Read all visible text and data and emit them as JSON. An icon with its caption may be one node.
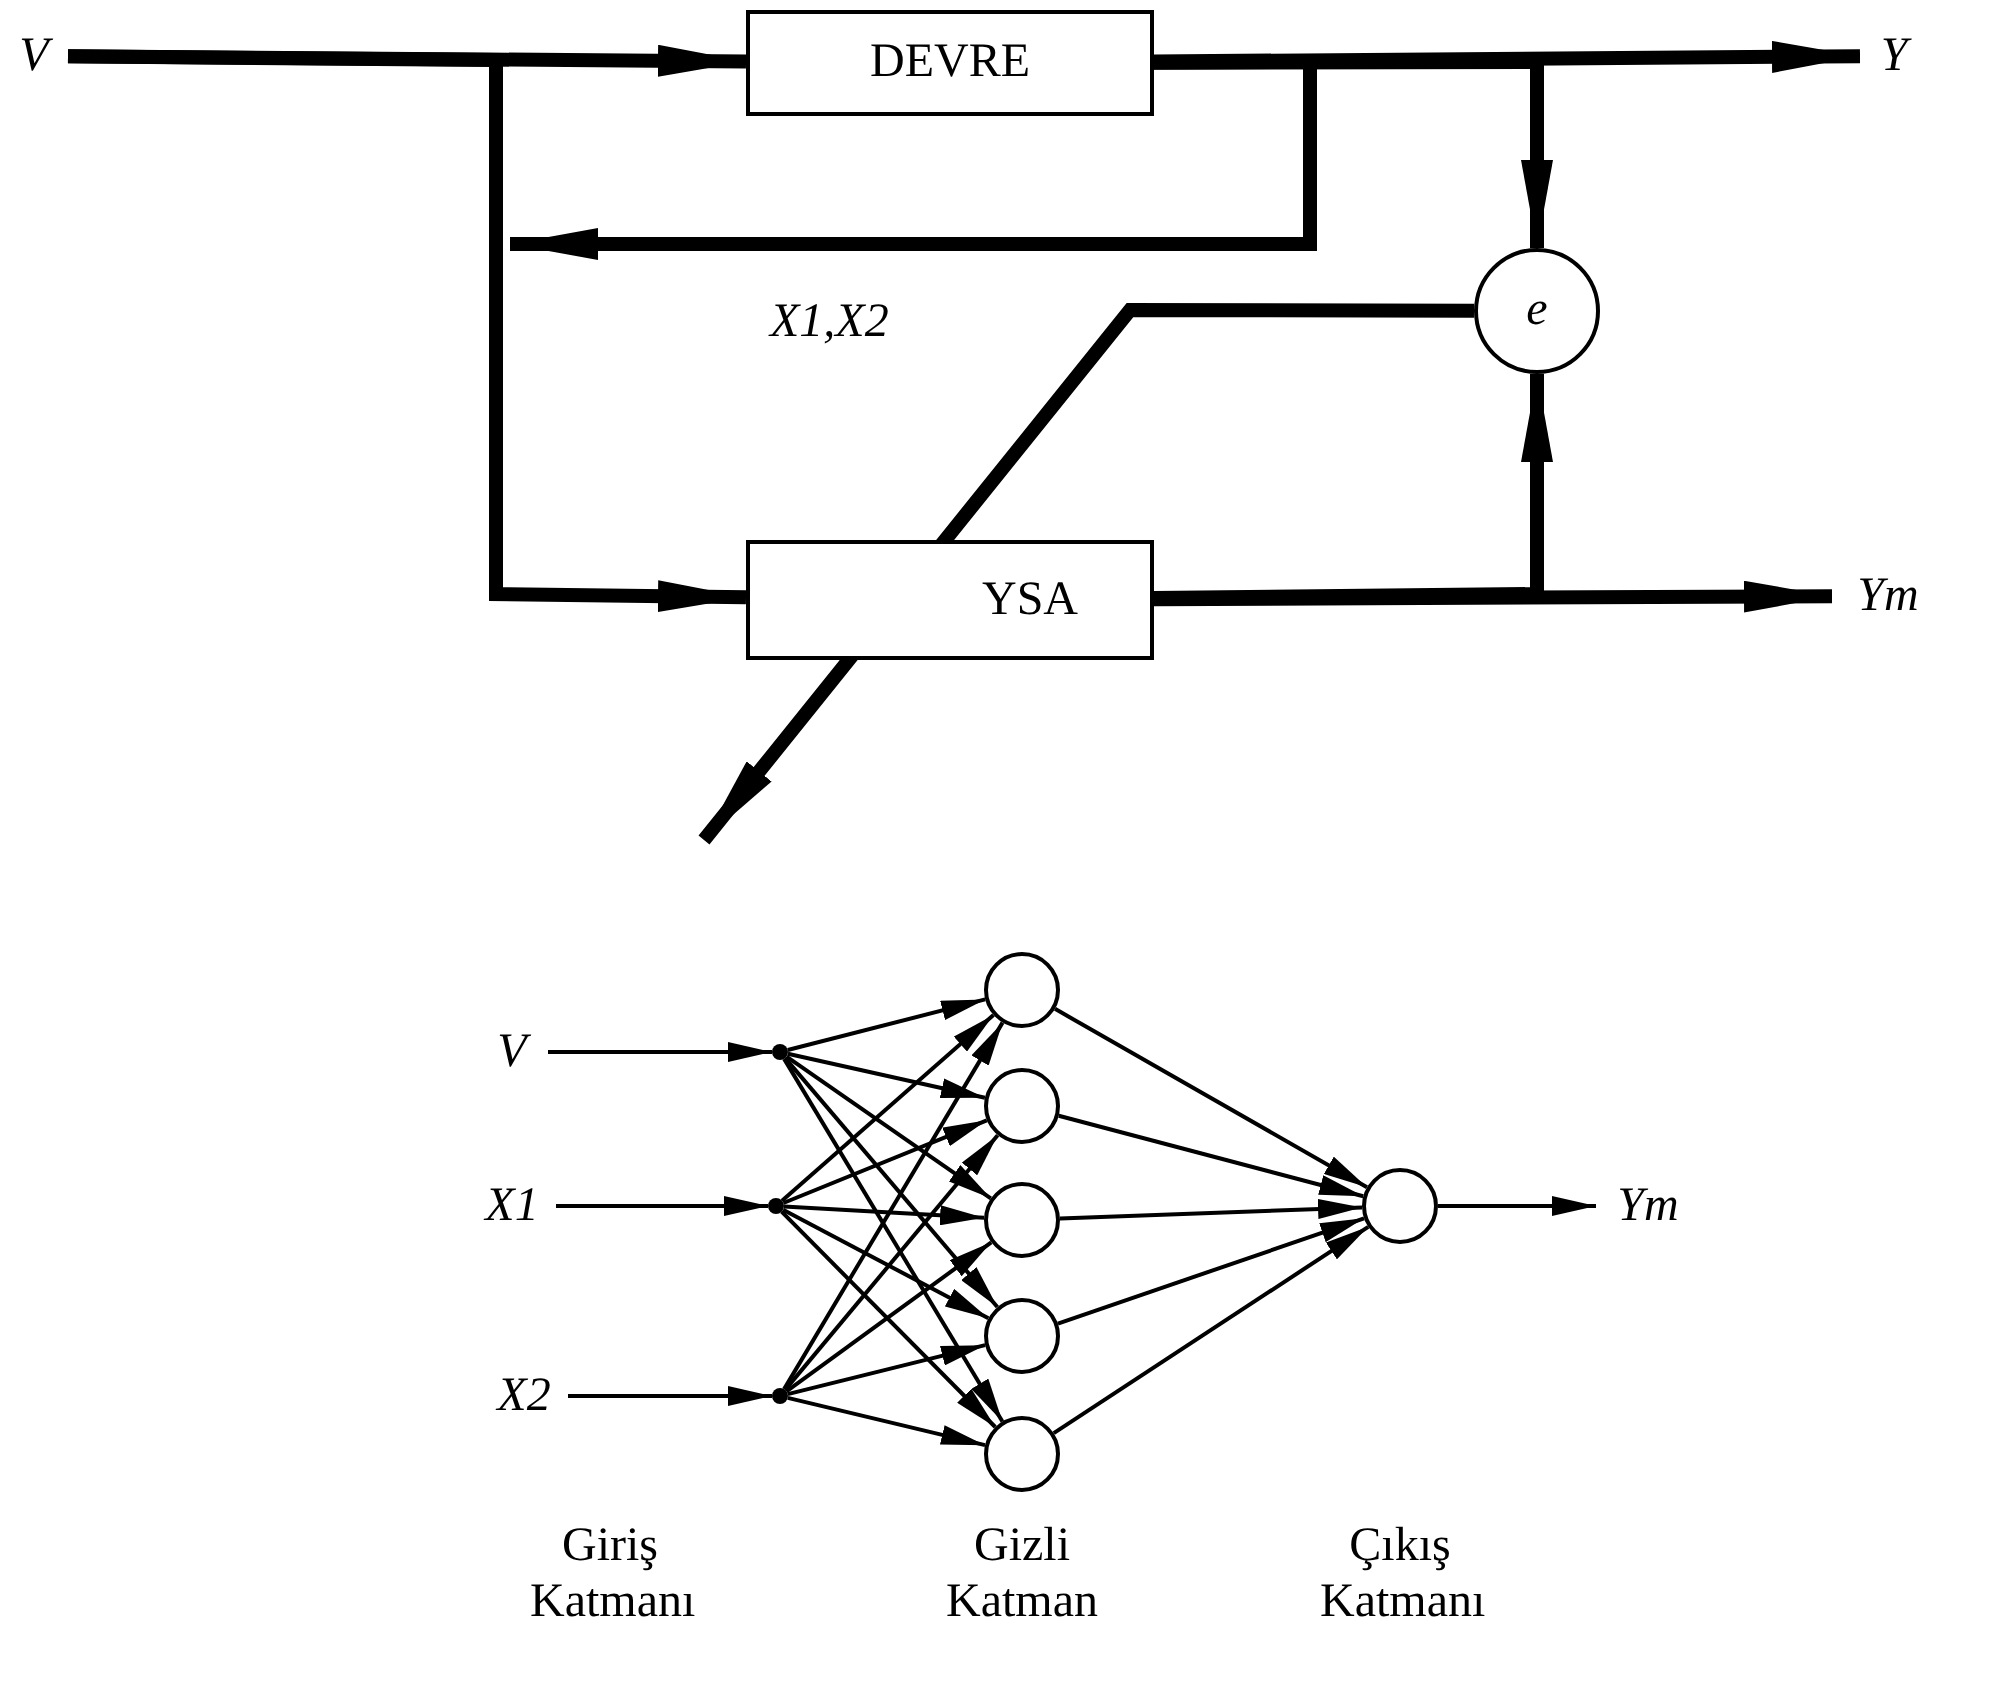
{
  "diagram": {
    "nodes": [
      {
        "text": [
          "V"
        ]
      },
      {
        "text": [
          "DEVRE"
        ]
      },
      {
        "text": [
          "Y"
        ]
      },
      {
        "text": [
          "e"
        ]
      },
      {
        "text": [
          "YSA"
        ]
      },
      {
        "text": [
          "Ym"
        ]
      },
      {
        "text": [
          "V"
        ]
      },
      {
        "text": [
          "X1"
        ]
      },
      {
        "text": [
          "X2"
        ]
      },
      {
        "text": [],
        "shape": "circle"
      },
      {
        "text": [],
        "shape": "circle"
      },
      {
        "text": [],
        "shape": "circle"
      },
      {
        "text": [],
        "shape": "circle"
      },
      {
        "text": [],
        "shape": "circle"
      },
      {
        "text": [],
        "shape": "circle"
      },
      {
        "text": [],
        "shape": "circle"
      },
      {
        "text": [],
        "shape": "circle"
      },
      {
        "text": [],
        "shape": "circle"
      },
      {
        "text": [
          "Ym"
        ]
      }
    ],
    "edges": [
      {
        "from": 0,
        "to": 1,
        "arrow": "to",
        "style": "thick"
      },
      {
        "from": 0,
        "to": 4,
        "arrow": "to",
        "style": "thick"
      },
      {
        "from": 1,
        "to": 2,
        "arrow": "to",
        "style": "thick"
      },
      {
        "from": 1,
        "to": null,
        "label": "X1,X2",
        "arrow": "to",
        "style": "thick"
      },
      {
        "from": 1,
        "to": 3,
        "arrow": "to",
        "style": "thick"
      },
      {
        "from": 4,
        "to": 5,
        "arrow": "to",
        "style": "thick"
      },
      {
        "from": 4,
        "to": 3,
        "arrow": "to",
        "style": "thick"
      },
      {
        "from": 3,
        "to": null,
        "arrow": "to",
        "style": "thick"
      },
      {
        "from": 6,
        "to": 9,
        "arrow": "to"
      },
      {
        "from": 7,
        "to": 10,
        "arrow": "to"
      },
      {
        "from": 8,
        "to": 11,
        "arrow": "to"
      },
      {
        "from": 9,
        "to": 12,
        "arrow": "to"
      },
      {
        "from": 9,
        "to": 13,
        "arrow": "to"
      },
      {
        "from": 9,
        "to": 14,
        "arrow": "to"
      },
      {
        "from": 9,
        "to": 15,
        "arrow": "to"
      },
      {
        "from": 9,
        "to": 16,
        "arrow": "to"
      },
      {
        "from": 10,
        "to": 12,
        "arrow": "to"
      },
      {
        "from": 10,
        "to": 13,
        "arrow": "to"
      },
      {
        "from": 10,
        "to": 14,
        "arrow": "to"
      },
      {
        "from": 10,
        "to": 15,
        "arrow": "to"
      },
      {
        "from": 10,
        "to": 16,
        "arrow": "to"
      },
      {
        "from": 11,
        "to": 12,
        "arrow": "to"
      },
      {
        "from": 11,
        "to": 13,
        "arrow": "to"
      },
      {
        "from": 11,
        "to": 14,
        "arrow": "to"
      },
      {
        "from": 11,
        "to": 15,
        "arrow": "to"
      },
      {
        "from": 11,
        "to": 16,
        "arrow": "to"
      },
      {
        "from": 12,
        "to": 17,
        "arrow": "to"
      },
      {
        "from": 13,
        "to": 17,
        "arrow": "to"
      },
      {
        "from": 14,
        "to": 17,
        "arrow": "to"
      },
      {
        "from": 15,
        "to": 17,
        "arrow": "to"
      },
      {
        "from": 16,
        "to": 17,
        "arrow": "to"
      },
      {
        "from": 17,
        "to": 18,
        "arrow": "to"
      }
    ],
    "labels": [
      "Giriş Katmanı",
      "Gizli Katman",
      "Çıkış Katmanı"
    ]
  }
}
